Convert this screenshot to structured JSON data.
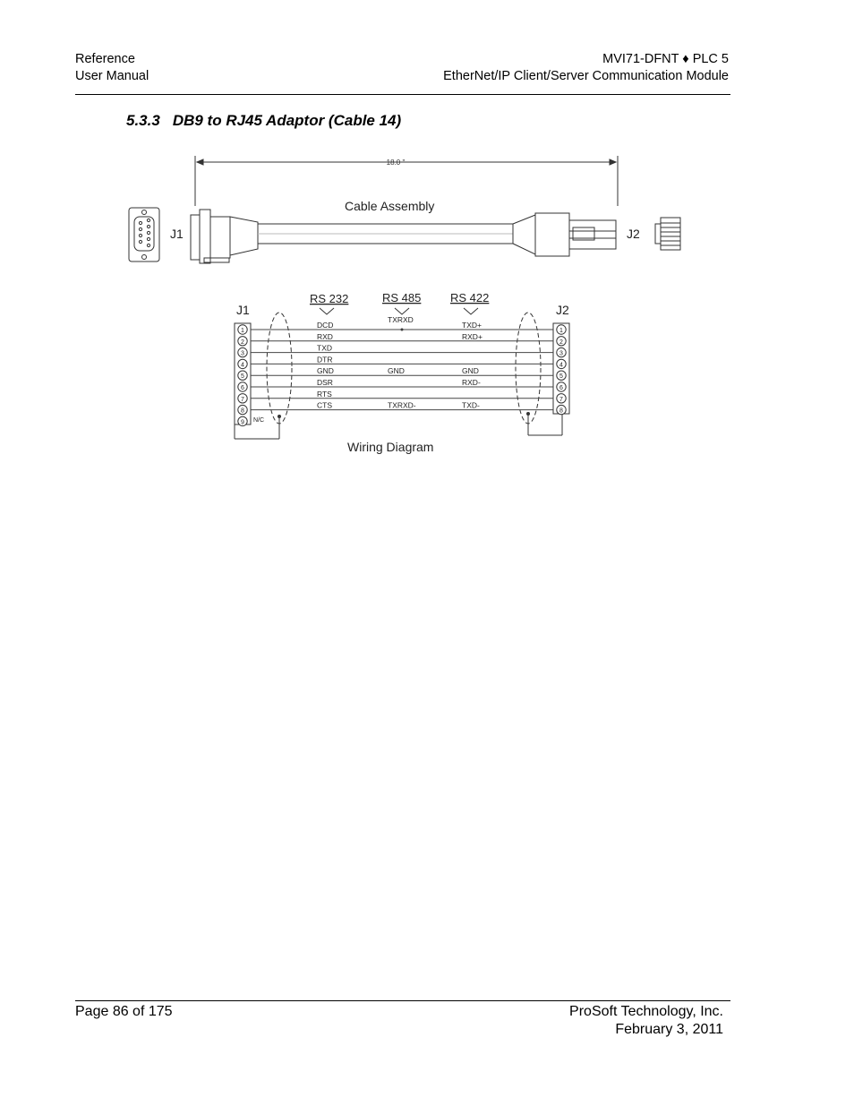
{
  "header": {
    "left_line1": "Reference",
    "left_line2": "User Manual",
    "right_line1": "MVI71-DFNT ♦ PLC 5",
    "right_line2": "EtherNet/IP Client/Server Communication Module"
  },
  "section": {
    "number": "5.3.3",
    "title": "DB9 to RJ45 Adaptor (Cable 14)"
  },
  "cable_assembly": {
    "length_label": "18.0 \"",
    "caption": "Cable Assembly",
    "j1_label": "J1",
    "j2_label": "J2"
  },
  "wiring_diagram": {
    "caption": "Wiring Diagram",
    "j1_label": "J1",
    "j2_label": "J2",
    "headers": [
      "RS 232",
      "RS 485",
      "RS 422"
    ],
    "rs485_top_label": "TXRXD",
    "nc_label": "N/C",
    "j1_pins": [
      "1",
      "2",
      "3",
      "4",
      "5",
      "6",
      "7",
      "8",
      "9"
    ],
    "j2_pins": [
      "1",
      "2",
      "3",
      "4",
      "5",
      "6",
      "7",
      "8"
    ],
    "rs232": [
      "DCD",
      "RXD",
      "TXD",
      "DTR",
      "GND",
      "DSR",
      "RTS",
      "CTS"
    ],
    "rs485": [
      "",
      "",
      "",
      "",
      "GND",
      "",
      "",
      "TXRXD-"
    ],
    "rs422": [
      "TXD+",
      "RXD+",
      "",
      "",
      "GND",
      "RXD-",
      "",
      "TXD-"
    ]
  },
  "footer": {
    "page": "Page 86 of 175",
    "company": "ProSoft Technology, Inc.",
    "date": "February 3, 2011"
  }
}
